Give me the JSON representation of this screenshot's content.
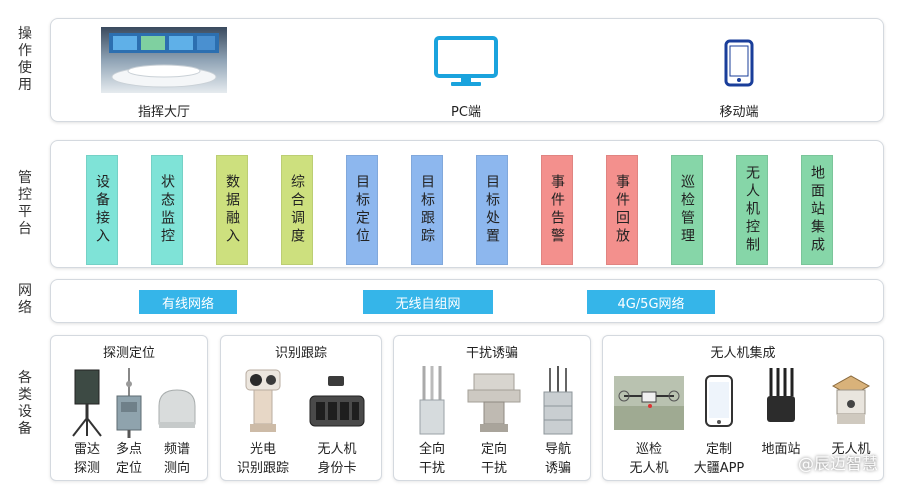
{
  "layers": {
    "operation": "操作使用",
    "platform": "管控平台",
    "network": "网络",
    "devices": "各类设备"
  },
  "operation": {
    "items": [
      "指挥大厅",
      "PC端",
      "移动端"
    ]
  },
  "platform": {
    "modules": [
      {
        "label": "设备接入",
        "color": "#7fe3d7"
      },
      {
        "label": "状态监控",
        "color": "#7fe3d7"
      },
      {
        "label": "数据融入",
        "color": "#cde07e"
      },
      {
        "label": "综合调度",
        "color": "#cde07e"
      },
      {
        "label": "目标定位",
        "color": "#8db7ee"
      },
      {
        "label": "目标跟踪",
        "color": "#8db7ee"
      },
      {
        "label": "目标处置",
        "color": "#8db7ee"
      },
      {
        "label": "事件告警",
        "color": "#f3908d"
      },
      {
        "label": "事件回放",
        "color": "#f3908d"
      },
      {
        "label": "巡检管理",
        "color": "#86d6a8"
      },
      {
        "label": "无人机控制",
        "color": "#86d6a8"
      },
      {
        "label": "地面站集成",
        "color": "#86d6a8"
      }
    ]
  },
  "network": {
    "items": [
      "有线网络",
      "无线自组网",
      "4G/5G网络"
    ],
    "color": "#35b5e9"
  },
  "devices": {
    "groups": [
      {
        "title": "探测定位",
        "items": [
          "雷达\n探测",
          "多点\n定位",
          "频谱\n测向"
        ]
      },
      {
        "title": "识别跟踪",
        "items": [
          "光电\n识别跟踪",
          "无人机\n身份卡"
        ]
      },
      {
        "title": "干扰诱骗",
        "items": [
          "全向\n干扰",
          "定向\n干扰",
          "导航\n诱骗"
        ]
      },
      {
        "title": "无人机集成",
        "items": [
          "巡检\n无人机",
          "定制\n大疆APP",
          "地面站",
          "无人机"
        ]
      }
    ]
  },
  "watermark": "@辰迈智慧"
}
